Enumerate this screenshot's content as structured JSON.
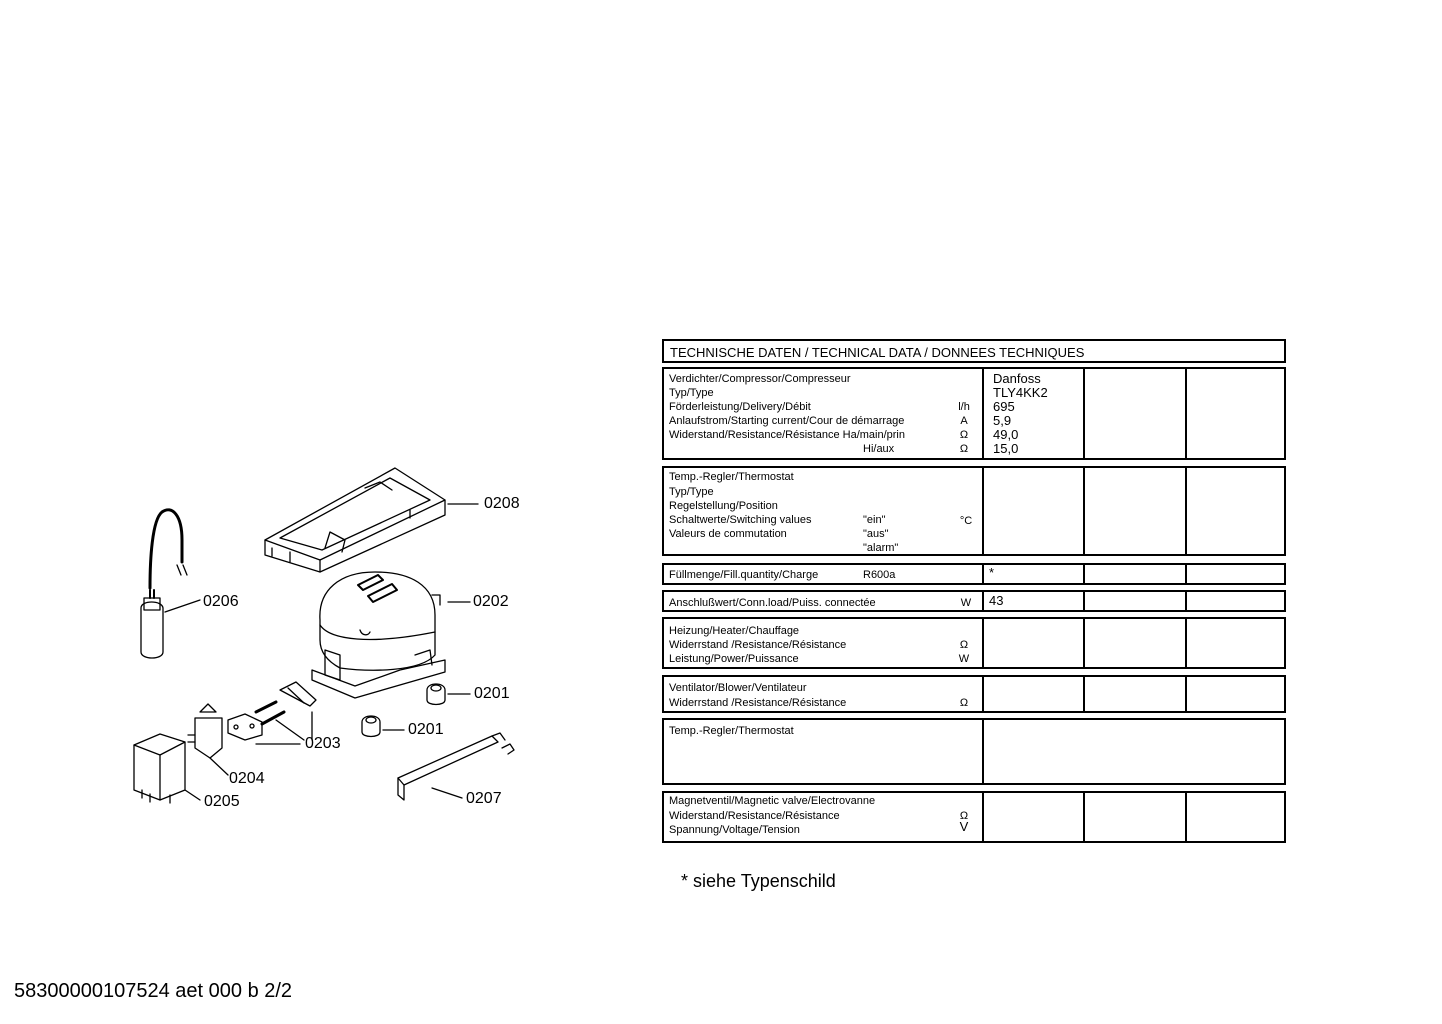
{
  "diagram": {
    "callouts": [
      "0208",
      "0206",
      "0202",
      "0201",
      "0201",
      "0203",
      "0204",
      "0205",
      "0207"
    ]
  },
  "tech_table": {
    "header": "TECHNISCHE DATEN / TECHNICAL DATA / DONNEES TECHNIQUES",
    "compressor": {
      "labels": [
        "Verdichter/Compressor/Compresseur",
        "Typ/Type",
        "Förderleistung/Delivery/Débit",
        "Anlaufstrom/Starting current/Cour de démarrage",
        "Widerstand/Resistance/Résistance Ha/main/prin",
        "Hi/aux"
      ],
      "units": [
        "l/h",
        "A",
        "Ω",
        "Ω"
      ],
      "values": [
        "Danfoss",
        "TLY4KK2",
        "695",
        "5,9",
        "49,0",
        "15,0"
      ]
    },
    "thermostat": {
      "labels": [
        "Temp.-Regler/Thermostat",
        "Typ/Type",
        "Regelstellung/Position",
        "Schaltwerte/Switching values",
        "Valeurs de commutation"
      ],
      "switch_states": [
        "\"ein\"",
        "\"aus\"",
        "\"alarm\""
      ],
      "unit": "°C"
    },
    "fill": {
      "label": "Füllmenge/Fill.quantity/Charge",
      "refrigerant": "R600a",
      "value": "*"
    },
    "connection": {
      "label": "Anschlußwert/Conn.load/Puiss. connectée",
      "unit": "W",
      "value": "43"
    },
    "heater": {
      "labels": [
        "Heizung/Heater/Chauffage",
        "Widerrstand /Resistance/Résistance",
        "Leistung/Power/Puissance"
      ],
      "units": [
        "Ω",
        "W"
      ]
    },
    "blower": {
      "labels": [
        "Ventilator/Blower/Ventilateur",
        "Widerrstand /Resistance/Résistance"
      ],
      "unit": "Ω"
    },
    "thermostat2": {
      "label": "Temp.-Regler/Thermostat"
    },
    "valve": {
      "labels": [
        "Magnetventil/Magnetic valve/Electrovanne",
        "Widerstand/Resistance/Résistance",
        "Spannung/Voltage/Tension"
      ],
      "units": [
        "Ω",
        "V"
      ]
    }
  },
  "footnote": "* siehe Typenschild",
  "footer": "58300000107524 aet 000 b 2/2"
}
